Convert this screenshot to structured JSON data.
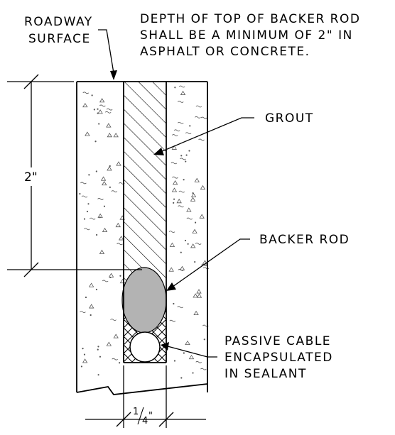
{
  "labels": {
    "roadway_line1": "ROADWAY",
    "roadway_line2": "SURFACE",
    "note_line1": "DEPTH OF TOP OF BACKER ROD",
    "note_line2": "SHALL BE A MINIMUM OF 2\" IN",
    "note_line3": "ASPHALT OR CONCRETE.",
    "grout": "GROUT",
    "backer_rod": "BACKER ROD",
    "cable_line1": "PASSIVE CABLE",
    "cable_line2": "ENCAPSULATED",
    "cable_line3": "IN SEALANT"
  },
  "dimensions": {
    "depth": "2\"",
    "width_numerator": "1",
    "width_denominator": "4",
    "width_unit": "\""
  },
  "colors": {
    "line": "#000000",
    "backer_rod_fill": "#b3b3b3",
    "background": "#ffffff"
  }
}
